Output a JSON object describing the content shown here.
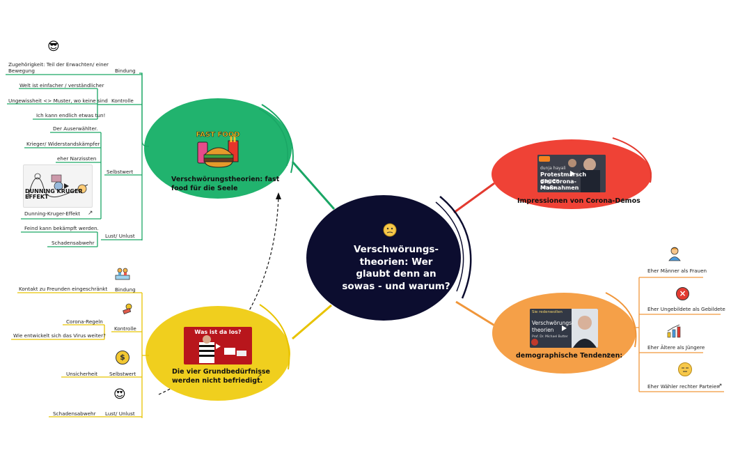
{
  "center": {
    "title": "Verschwörungs-\ntheorien: Wer\nglaubt denn an\nsowas - und warum?",
    "icon": "thinking-face-icon"
  },
  "green": {
    "title": "Verschwörungstheorien: fast\nfood für die Seele",
    "image_text": "FAST FOOD",
    "colors": {
      "fill": "#21b36e",
      "line": "#1aa665"
    },
    "categories": {
      "bindung": "Bindung",
      "kontrolle": "Kontrolle",
      "selbstwert": "Selbstwert",
      "lust": "Lust/ Unlust"
    },
    "leaves": {
      "zugehoerigkeit": "Zugehörigkeit: Teil der Erwachten/ einer Bewegung",
      "welt": "Welt ist einfacher / verständlicher",
      "ungewissheit": "Ungewissheit <> Muster, wo keine sind",
      "endlich": "Ich kann endlich etwas tun!",
      "auserwaehlter": "Der Auserwählter.",
      "krieger": "Krieger/ Widerstandskämpfer",
      "narzissten": "eher Narzissten",
      "dunning_label": "Dunning-Kruger-Effekt",
      "dunning_img": "DUNNING KRUGER\nEFFEKT",
      "feind": "Feind kann bekämpft werden.",
      "schadensabwehr": "Schadensabwehr"
    },
    "emoji": "😎"
  },
  "yellow": {
    "title": "Die vier Grundbedürfnisse\nwerden nicht befriedigt.",
    "video_text": "Was ist da los?",
    "colors": {
      "fill": "#f0cf1e",
      "line": "#e8c300"
    },
    "categories": {
      "bindung": "Bindung",
      "kontrolle": "Kontrolle",
      "selbstwert": "Selbstwert",
      "lust": "Lust/ Unlust"
    },
    "leaves": {
      "kontakt": "Kontakt zu Freunden eingeschränkt",
      "regeln": "Corona-Regeln",
      "virus": "Wie entwickelt sich das Virus weiter?",
      "unsicherheit": "Unsicherheit",
      "schadensabwehr": "Schadensabwehr"
    },
    "emojis": {
      "lust": "😍",
      "selbstwert": "$"
    }
  },
  "red": {
    "title": "Impressionen von Corona-Demos",
    "video_lines": [
      "dunja hayali",
      "Protestmarsch gegen",
      "die Corona-Maßnahmen",
      "zdfheute"
    ],
    "colors": {
      "fill": "#ef4236",
      "line": "#e33a2f"
    }
  },
  "orange": {
    "title": "demographische Tendenzen:",
    "video_lines": [
      "Sie redenwollen",
      "Verschwörungs-",
      "theorien",
      "Prof. Dr. Michael Butter"
    ],
    "colors": {
      "fill": "#f5a048",
      "line": "#f0963a"
    },
    "leaves": {
      "maenner": "Eher Männer als Frauen",
      "ungebildete": "Eher Ungebildete als Gebildete",
      "aeltere": "Eher Ältere als Jüngere",
      "waehler": "Eher Wähler rechter Parteien"
    }
  },
  "center_color": "#0c0d2f"
}
